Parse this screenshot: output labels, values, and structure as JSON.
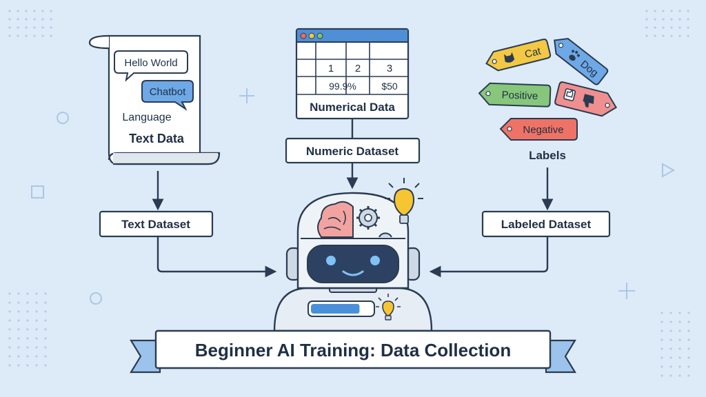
{
  "colors": {
    "background": "#ddeaf8",
    "outline": "#2a3b52",
    "accent_blue": "#4a90d9",
    "tag_yellow": "#f3c844",
    "tag_green": "#86c77b",
    "tag_pink": "#f08f8f",
    "tag_red": "#ee7366",
    "brain_pink": "#f2a3a0",
    "bulb_yellow": "#f6c531",
    "visor_navy": "#2d4263",
    "ribbon_blue": "#9cc3ec"
  },
  "text_source": {
    "bubble_1": "Hello World",
    "bubble_2": "Chatbot",
    "caption_language": "Language",
    "title": "Text Data"
  },
  "numeric_source": {
    "cells": [
      "1",
      "2",
      "3",
      "99.9%",
      "$50"
    ],
    "title": "Numerical Data"
  },
  "label_source": {
    "tags": [
      "Cat",
      "Dog",
      "Positive",
      "Negative"
    ],
    "icons": [
      "cat-icon",
      "paw-icon",
      "thumbs-up-icon",
      "thumbs-down-icon"
    ],
    "caption": "Labels"
  },
  "datasets": {
    "text": "Text Dataset",
    "numeric": "Numeric Dataset",
    "labeled": "Labeled Dataset"
  },
  "robot": {
    "icons": [
      "brain-icon",
      "gear-icon",
      "lightbulb-icon"
    ],
    "progress": 0.8
  },
  "banner": {
    "title": "Beginner AI Training: Data Collection"
  }
}
